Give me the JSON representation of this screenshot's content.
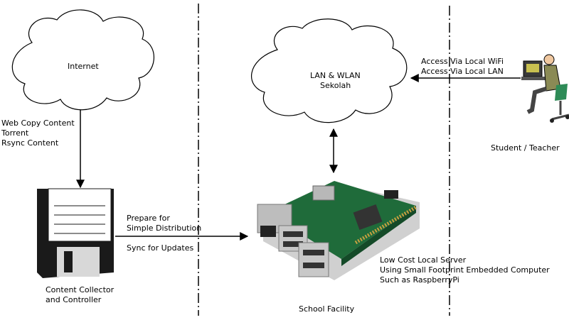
{
  "nodes": {
    "internet": {
      "label": "Internet"
    },
    "lan": {
      "line1": "LAN & WLAN",
      "line2": "Sekolah"
    },
    "collector": {
      "line1": "Content Collector",
      "line2": "and Controller"
    },
    "facility": {
      "label": "School Facility"
    },
    "server": {
      "line1": "Low Cost Local Server",
      "line2": "Using Small Footprint Embedded Computer",
      "line3": "Such as RaspberryPi"
    },
    "user": {
      "label": "Student / Teacher"
    }
  },
  "edges": {
    "internet_to_collector": {
      "line1": "Web Copy Content",
      "line2": "Torrent",
      "line3": "Rsync Content"
    },
    "collector_to_server": {
      "line1": "Prepare for",
      "line2": "Simple Distribution",
      "line3": "Sync for Updates"
    },
    "user_to_lan": {
      "line1": "Access Via Local WiFi",
      "line2": "Access Via Local LAN"
    }
  },
  "colors": {
    "line": "#000000",
    "board": "#1f6b3a",
    "metal": "#c9c9c9",
    "floppy": "#1a1a1a"
  }
}
